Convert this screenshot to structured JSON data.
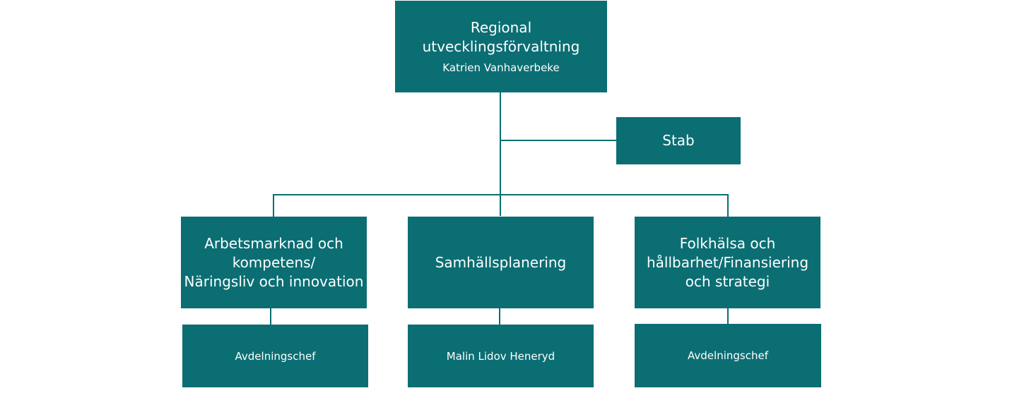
{
  "top": {
    "title": "Regional\nutvecklingsförvaltning",
    "person": "Katrien Vanhaverbeke"
  },
  "stab": {
    "title": "Stab"
  },
  "departments": [
    {
      "title": "Arbetsmarknad och\nkompetens/\nNäringsliv och innovation",
      "head": "Avdelningschef"
    },
    {
      "title": "Samhällsplanering",
      "head": "Malin Lidov Heneryd"
    },
    {
      "title": "Folkhälsa och\nhållbarhet/Finansiering\noch strategi",
      "head": "Avdelningschef"
    }
  ],
  "colors": {
    "box": "#0b6e73",
    "text": "#ffffff",
    "line": "#0b6e73"
  }
}
